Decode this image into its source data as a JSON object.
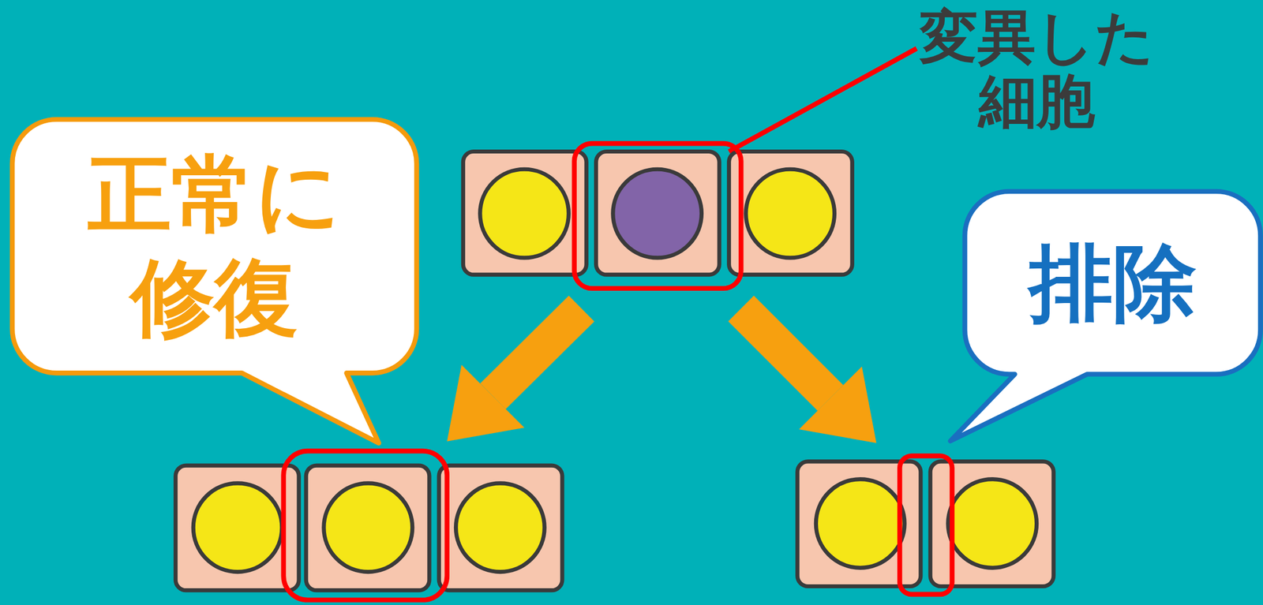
{
  "diagram": {
    "nodes": [
      {
        "text": [
          "正常に 修復"
        ]
      },
      {
        "text": [
          "排除"
        ]
      }
    ],
    "labels": [
      "変異した 細胞"
    ]
  }
}
